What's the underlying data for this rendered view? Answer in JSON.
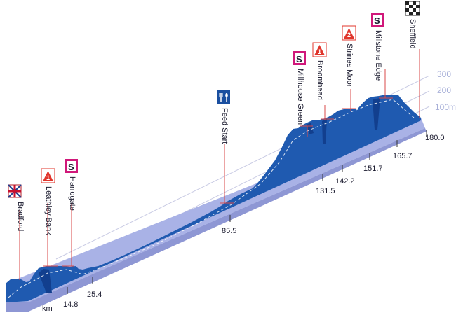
{
  "distance_unit": "km",
  "altitude_labels": [
    "300",
    "200",
    "100m"
  ],
  "places": [
    {
      "name": "Bradford",
      "badge": "start"
    },
    {
      "name": "Leathley Bank",
      "badge": "climb",
      "cat": "1"
    },
    {
      "name": "Harrogate",
      "badge": "sprint",
      "letter": "S"
    },
    {
      "name": "Feed Start",
      "badge": "feed"
    },
    {
      "name": "Millhouse Green",
      "badge": "sprint",
      "letter": "S"
    },
    {
      "name": "Broomhead",
      "badge": "climb",
      "cat": "1"
    },
    {
      "name": "Strines Moor",
      "badge": "climb",
      "cat": "2"
    },
    {
      "name": "Millstone Edge",
      "badge": "sprint",
      "letter": "S"
    },
    {
      "name": "Sheffield",
      "badge": "finish"
    }
  ],
  "distance_markers": [
    "14.8",
    "25.4",
    "85.5",
    "131.5",
    "142.2",
    "151.7",
    "165.7",
    "180.0"
  ],
  "colors": {
    "profile_blue": "#1f5ab0",
    "profile_dark": "#123f8e",
    "base_lavender": "#a9b2e6",
    "base_shadow": "#8e97d4",
    "grid_line": "#c9cbe4",
    "grid_label": "#a8b0d8",
    "marker_red": "#d84a4a",
    "climb_red": "#e0352b",
    "sprint_magenta": "#d0187a",
    "feed_blue": "#1a4fa0"
  }
}
